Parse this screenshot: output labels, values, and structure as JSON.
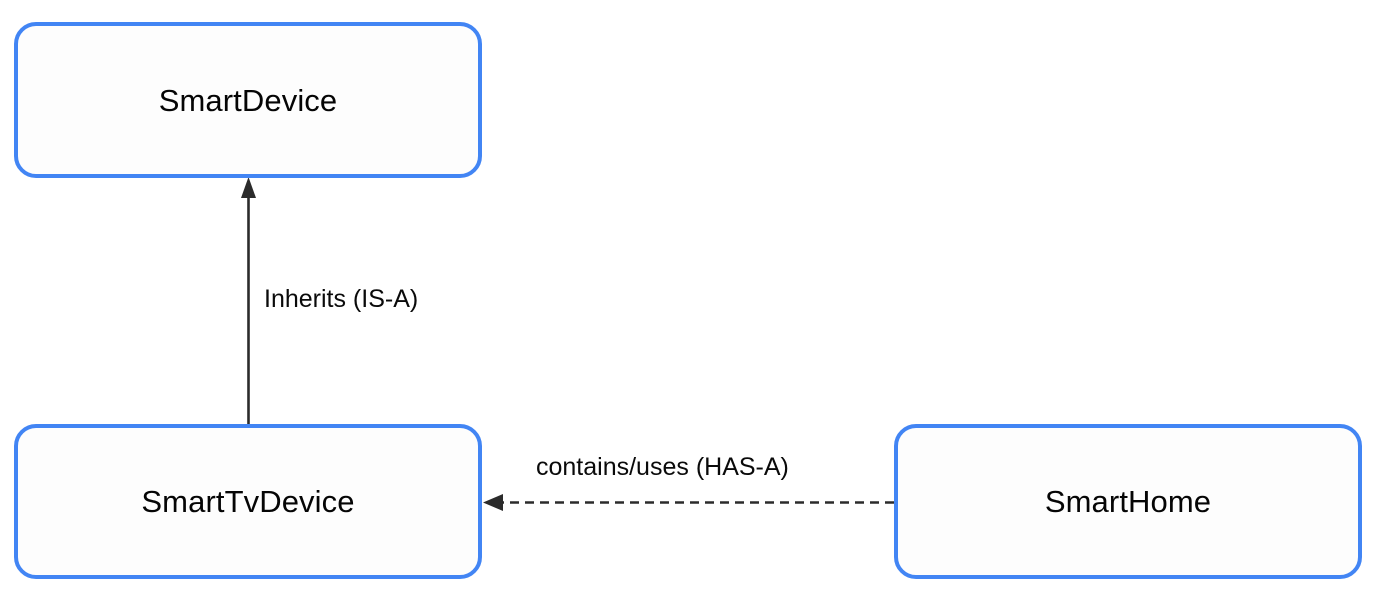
{
  "diagram": {
    "type": "class-relationship-diagram",
    "background_color": "#ffffff",
    "node_border_color": "#4285f4",
    "node_fill_color": "#fdfdfd",
    "edge_color": "#2b2b2b",
    "nodes": [
      {
        "id": "smartdevice",
        "label": "SmartDevice"
      },
      {
        "id": "smarttvdevice",
        "label": "SmartTvDevice"
      },
      {
        "id": "smarthome",
        "label": "SmartHome"
      }
    ],
    "edges": [
      {
        "id": "inherits",
        "label": "Inherits (IS-A)",
        "from": "SmartTvDevice",
        "to": "SmartDevice",
        "style": "solid",
        "arrow": "up"
      },
      {
        "id": "contains",
        "label": "contains/uses (HAS-A)",
        "from": "SmartHome",
        "to": "SmartTvDevice",
        "style": "dashed",
        "arrow": "left"
      }
    ]
  }
}
